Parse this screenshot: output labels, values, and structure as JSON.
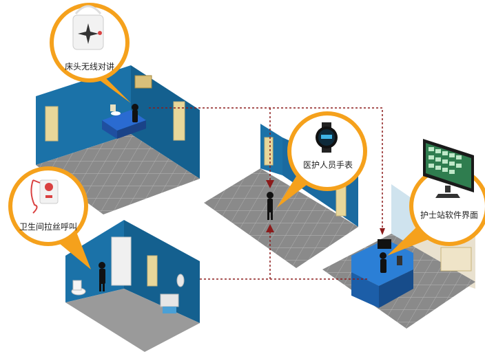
{
  "colors": {
    "callout_orange": "#F5A11C",
    "wall_blue": "#1B72A8",
    "floor_gray": "#8A8A8A",
    "connector_red": "#8B1A1A"
  },
  "devices": [
    {
      "id": "bedside",
      "label": "床头无线对讲",
      "icon": "bedside-intercom-icon"
    },
    {
      "id": "watch",
      "label": "医护人员手表",
      "icon": "smartwatch-icon"
    },
    {
      "id": "bathroom",
      "label": "卫生间拉丝呼叫",
      "icon": "pull-cord-call-icon"
    },
    {
      "id": "nurse_station",
      "label": "护士站软件界面",
      "icon": "monitor-icon"
    }
  ]
}
